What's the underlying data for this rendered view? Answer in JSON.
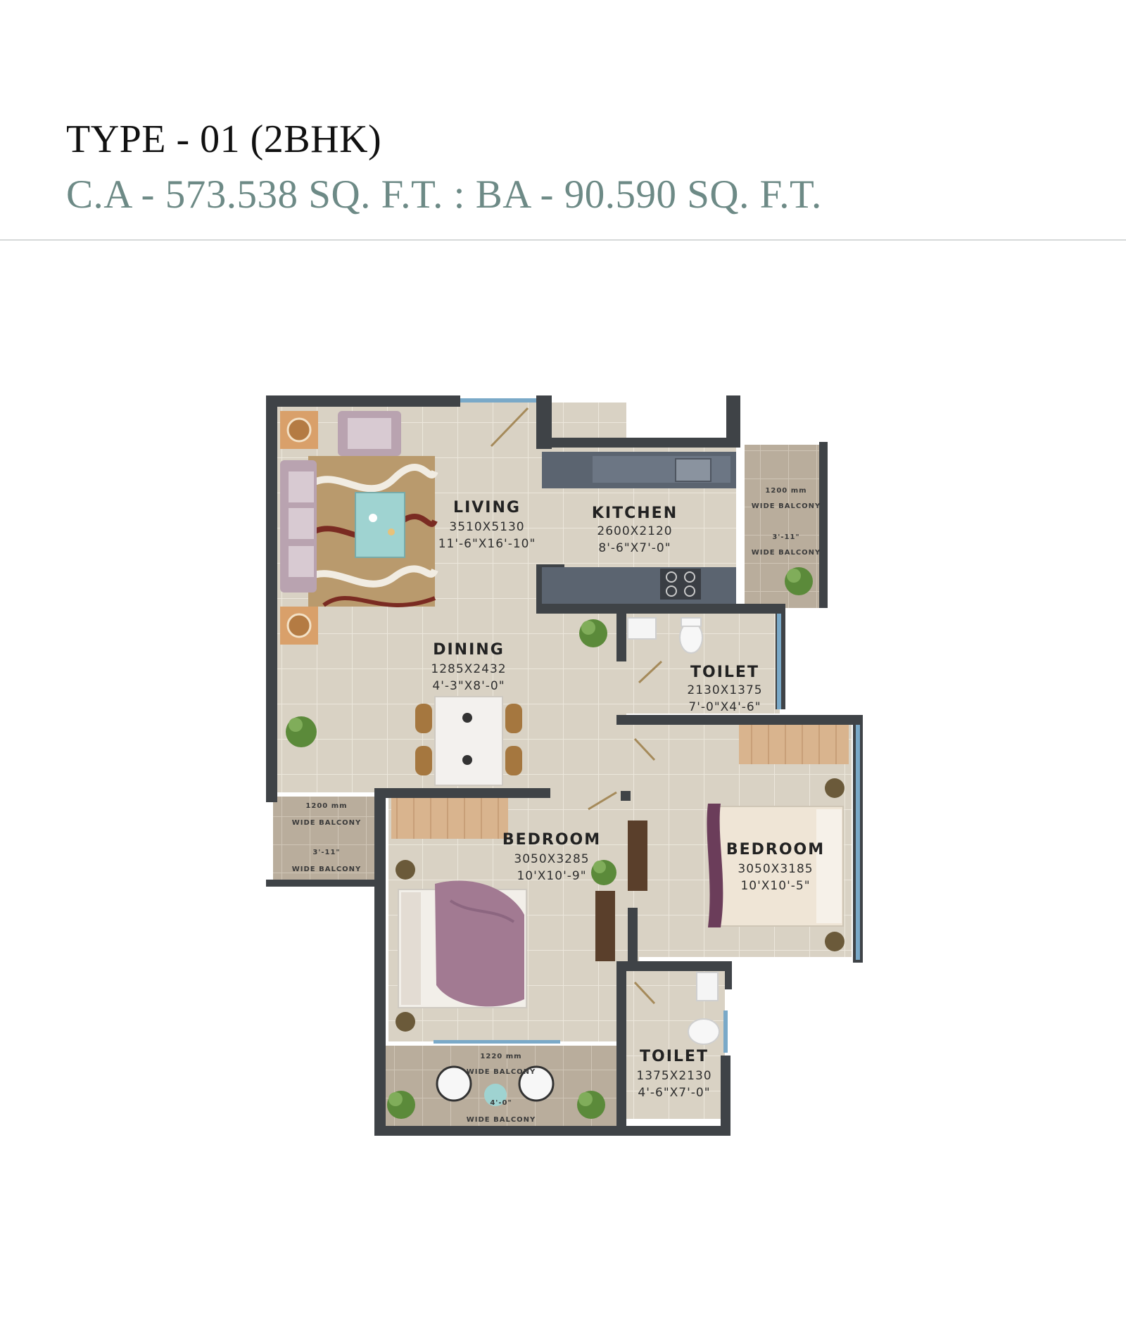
{
  "header": {
    "title": "TYPE - 01 (2BHK)",
    "subtitle": "C.A - 573.538 SQ. F.T. : BA - 90.590 SQ. F.T."
  },
  "rooms": {
    "living": {
      "name": "LIVING",
      "mm": "3510X5130",
      "ft": "11'-6\"X16'-10\""
    },
    "kitchen": {
      "name": "KITCHEN",
      "mm": "2600X2120",
      "ft": "8'-6\"X7'-0\""
    },
    "dining": {
      "name": "DINING",
      "mm": "1285X2432",
      "ft": "4'-3\"X8'-0\""
    },
    "toilet1": {
      "name": "TOILET",
      "mm": "2130X1375",
      "ft": "7'-0\"X4'-6\""
    },
    "bedroom1": {
      "name": "BEDROOM",
      "mm": "3050X3285",
      "ft": "10'X10'-9\""
    },
    "bedroom2": {
      "name": "BEDROOM",
      "mm": "3050X3185",
      "ft": "10'X10'-5\""
    },
    "toilet2": {
      "name": "TOILET",
      "mm": "1375X2130",
      "ft": "4'-6\"X7'-0\""
    }
  },
  "balconies": {
    "right": {
      "l1": "1200 mm",
      "l2": "WIDE BALCONY",
      "l3": "3'-11\"",
      "l4": "WIDE BALCONY"
    },
    "left": {
      "l1": "1200 mm",
      "l2": "WIDE BALCONY",
      "l3": "3'-11\"",
      "l4": "WIDE BALCONY"
    },
    "bottom": {
      "l1": "1220 mm",
      "l2": "WIDE BALCONY",
      "l3": "4'-0\"",
      "l4": "WIDE BALCONY"
    }
  },
  "colors": {
    "wall": "#3f4347",
    "floor": "#d9d2c4",
    "tile_line": "#e9e4d9",
    "balcony": "#b7ab9b",
    "counter": "#5b6470",
    "wood": "#d9b48e",
    "bed_cover": "#a27a92",
    "plant": "#5b8a3a",
    "heading": "#111111",
    "subheading": "#6d8a86"
  }
}
